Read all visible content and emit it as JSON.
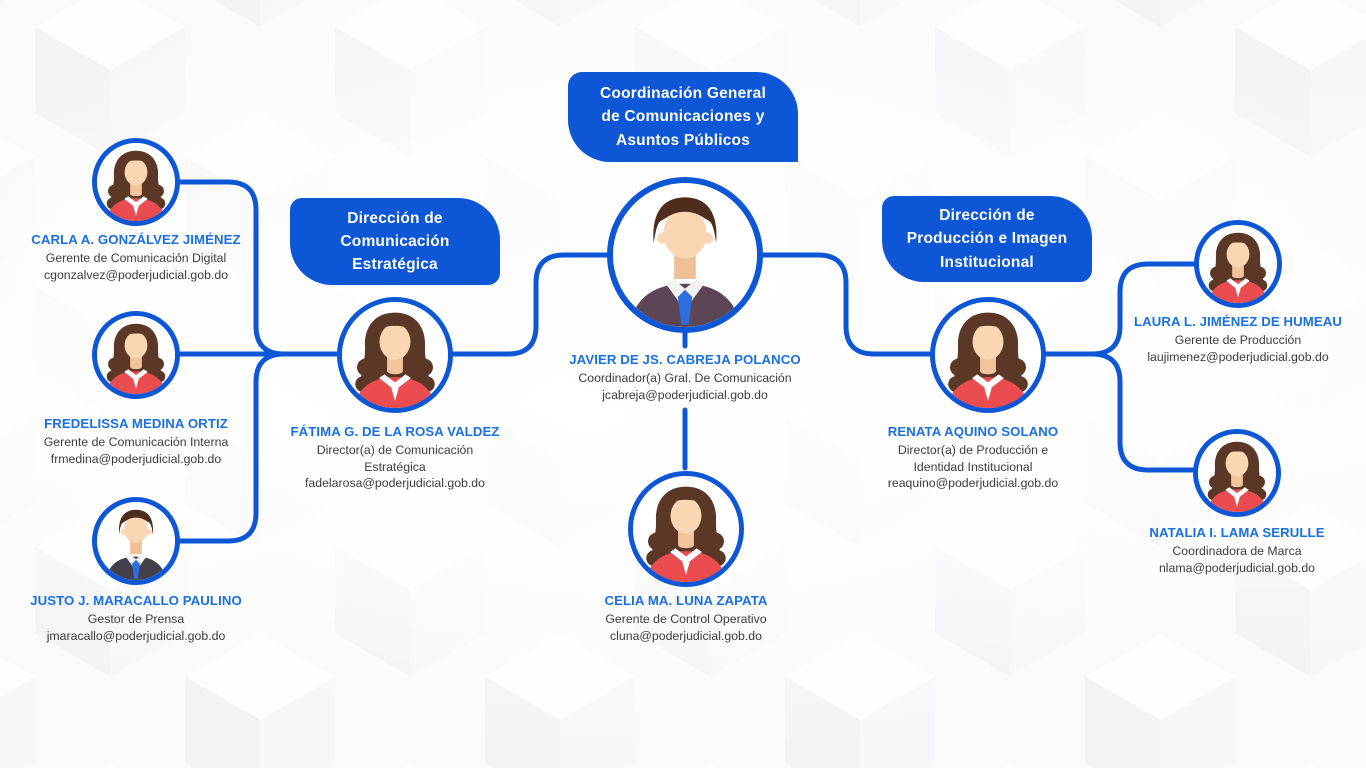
{
  "colors": {
    "primary_blue": "#0d57d6",
    "name_blue": "#1a70e2",
    "body_text": "#3d3d3d",
    "female_top_red": "#ea4c50",
    "tie_blue": "#2e6fe0",
    "background": "#fafafb"
  },
  "units": {
    "root": {
      "lines": [
        "Coordinación General",
        "de Comunicaciones y",
        "Asuntos Públicos"
      ]
    },
    "strategic": {
      "lines": [
        "Dirección de",
        "Comunicación",
        "Estratégica"
      ]
    },
    "production": {
      "lines": [
        "Dirección de",
        "Producción e Imagen",
        "Institucional"
      ]
    }
  },
  "people": {
    "javier": {
      "name": "JAVIER DE JS. CABREJA POLANCO",
      "title": "Coordinador(a) Gral. De Comunicación",
      "email": "jcabreja@poderjudicial.gob.do",
      "avatar": "male"
    },
    "fatima": {
      "name": "FÁTIMA G. DE LA ROSA VALDEZ",
      "title": "Director(a) de Comunicación Estratégica",
      "email": "fadelarosa@poderjudicial.gob.do",
      "avatar": "female"
    },
    "celia": {
      "name": "CELIA MA. LUNA ZAPATA",
      "title": "Gerente de Control Operativo",
      "email": "cluna@poderjudicial.gob.do",
      "avatar": "female"
    },
    "renata": {
      "name": "RENATA AQUINO SOLANO",
      "title": "Director(a) de Producción e Identidad Institucional",
      "email": "reaquino@poderjudicial.gob.do",
      "avatar": "female"
    },
    "carla": {
      "name": "CARLA A. GONZÁLVEZ JIMÉNEZ",
      "title": "Gerente de Comunicación Digital",
      "email": "cgonzalvez@poderjudicial.gob.do",
      "avatar": "female"
    },
    "fredelissa": {
      "name": "FREDELISSA MEDINA ORTIZ",
      "title": "Gerente de Comunicación Interna",
      "email": "frmedina@poderjudicial.gob.do",
      "avatar": "female"
    },
    "justo": {
      "name": "JUSTO J. MARACALLO PAULINO",
      "title": "Gestor de Prensa",
      "email": "jmaracallo@poderjudicial.gob.do",
      "avatar": "male"
    },
    "laura": {
      "name": "LAURA L. JIMÉNEZ DE HUMEAU",
      "title": "Gerente de Producción",
      "email": "laujimenez@poderjudicial.gob.do",
      "avatar": "female"
    },
    "natalia": {
      "name": "NATALIA I. LAMA SERULLE",
      "title": "Coordinadora de Marca",
      "email": "nlama@poderjudicial.gob.do",
      "avatar": "female"
    }
  }
}
